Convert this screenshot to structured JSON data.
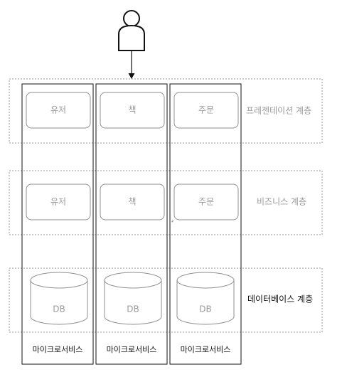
{
  "layers": {
    "presentation": "프레젠테이션 계층",
    "business": "비즈니스 계층",
    "database": "데이터베이스 계층"
  },
  "columns": [
    {
      "presentation": "유저",
      "business": "유저",
      "database": "DB",
      "label": "마이크로서비스"
    },
    {
      "presentation": "책",
      "business": "책",
      "database": "DB",
      "label": "마이크로서비스"
    },
    {
      "presentation": "주문",
      "business": "주문",
      "database": "DB",
      "label": "마이크로서비스"
    }
  ],
  "actor_icon": "user-icon",
  "arrow_icon": "arrow-down-icon",
  "colors": {
    "stroke_dark": "#111111",
    "stroke_gray": "#8f8f8f",
    "text_gray": "#9a9a9a",
    "background": "#ffffff"
  }
}
